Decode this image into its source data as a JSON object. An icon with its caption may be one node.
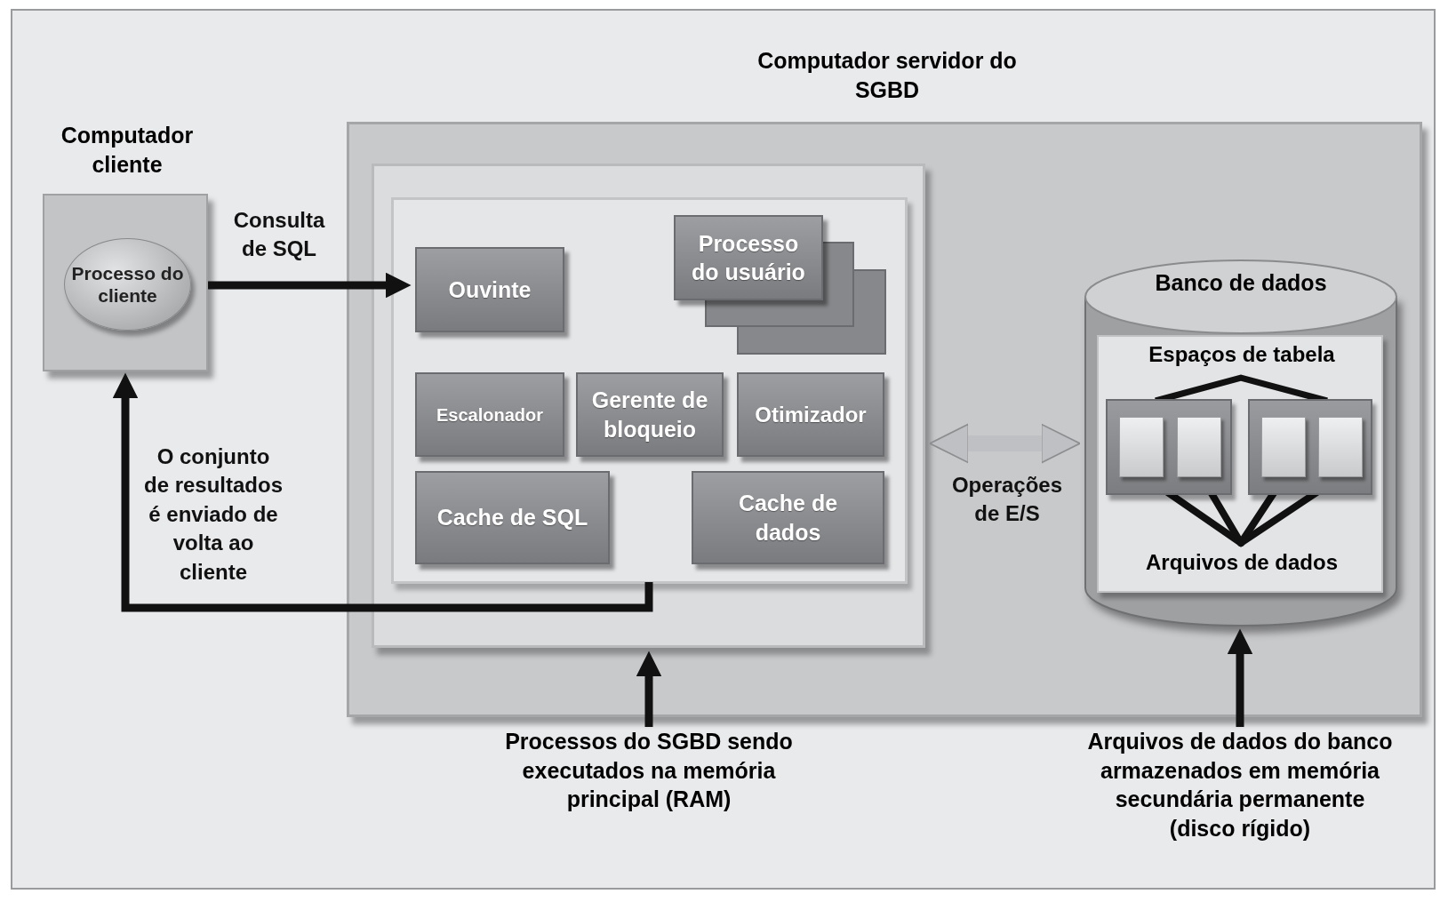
{
  "diagram": {
    "nodes": [
      {
        "text": [
          "Computador cliente"
        ]
      },
      {
        "text": [
          "Processo do cliente"
        ],
        "in": 0
      },
      {
        "text": [
          "Computador servidor do SGBD"
        ]
      },
      {
        "text": [],
        "shape": "box",
        "in": 2
      },
      {
        "text": [],
        "shape": "box",
        "in": 3
      },
      {
        "text": [
          "Ouvinte"
        ],
        "in": 4
      },
      {
        "text": [
          "Processo do usuário"
        ],
        "in": 4
      },
      {
        "text": [
          "Escalonador"
        ],
        "in": 4
      },
      {
        "text": [
          "Gerente de bloqueio"
        ],
        "in": 4
      },
      {
        "text": [
          "Otimizador"
        ],
        "in": 4
      },
      {
        "text": [
          "Cache de SQL"
        ],
        "in": 4
      },
      {
        "text": [
          "Cache de dados"
        ],
        "in": 4
      },
      {
        "text": [
          "Banco de dados"
        ],
        "in": 2
      },
      {
        "text": [
          "Espaços de tabela",
          "Arquivos de dados"
        ],
        "in": 12
      },
      {
        "text": [],
        "shape": "box",
        "in": 13
      },
      {
        "text": [],
        "shape": "box",
        "in": 13
      },
      {
        "text": [],
        "shape": "box",
        "in": 14
      },
      {
        "text": [],
        "shape": "box",
        "in": 14
      },
      {
        "text": [],
        "shape": "box",
        "in": 15
      },
      {
        "text": [],
        "shape": "box",
        "in": 15
      },
      {
        "text": [
          "Processos do SGBD sendo executados na memória principal (RAM)"
        ]
      },
      {
        "text": [
          "Arquivos de dados do banco armazenados em memória secundária permanente (disco rígido)"
        ]
      }
    ],
    "edges": [
      {
        "from": 0,
        "to": 5,
        "arrow": "to",
        "label": "Consulta de SQL"
      },
      {
        "from": 4,
        "to": 0,
        "arrow": "to",
        "label": "O conjunto de resultados é enviado de volta ao cliente"
      },
      {
        "from": 3,
        "to": 12,
        "arrow": "both",
        "label": "Operações de E/S",
        "style": "thick",
        "color": "#bfc0c3"
      },
      {
        "from": 20,
        "to": 3,
        "arrow": "to"
      },
      {
        "from": 21,
        "to": 12,
        "arrow": "to"
      }
    ]
  }
}
